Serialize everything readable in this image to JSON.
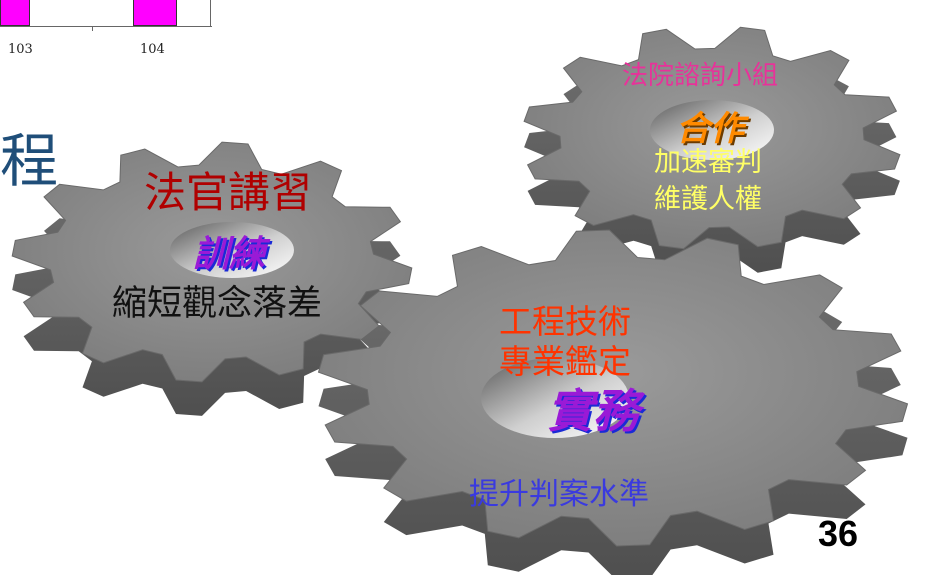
{
  "chart_fragment": {
    "tick_labels": [
      "103",
      "104"
    ],
    "bar_color": "#ff00ff"
  },
  "slide": {
    "title_fragment": "程",
    "page_number": "36"
  },
  "gears": {
    "training": {
      "heading": "法官講習",
      "wordart": "訓練",
      "caption": "縮短觀念落差",
      "heading_color": "#b00000",
      "caption_color": "#111111"
    },
    "cooperation": {
      "heading": "法院諮詢小組",
      "wordart": "合作",
      "line1": "加速審判",
      "line2": "維護人權",
      "heading_color": "#e8329a",
      "line_color": "#ffff66"
    },
    "practice": {
      "heading1": "工程技術",
      "heading2": "專業鑑定",
      "wordart": "實務",
      "caption": "提升判案水準",
      "heading_color": "#ff3300",
      "caption_color": "#3a3adf"
    }
  }
}
